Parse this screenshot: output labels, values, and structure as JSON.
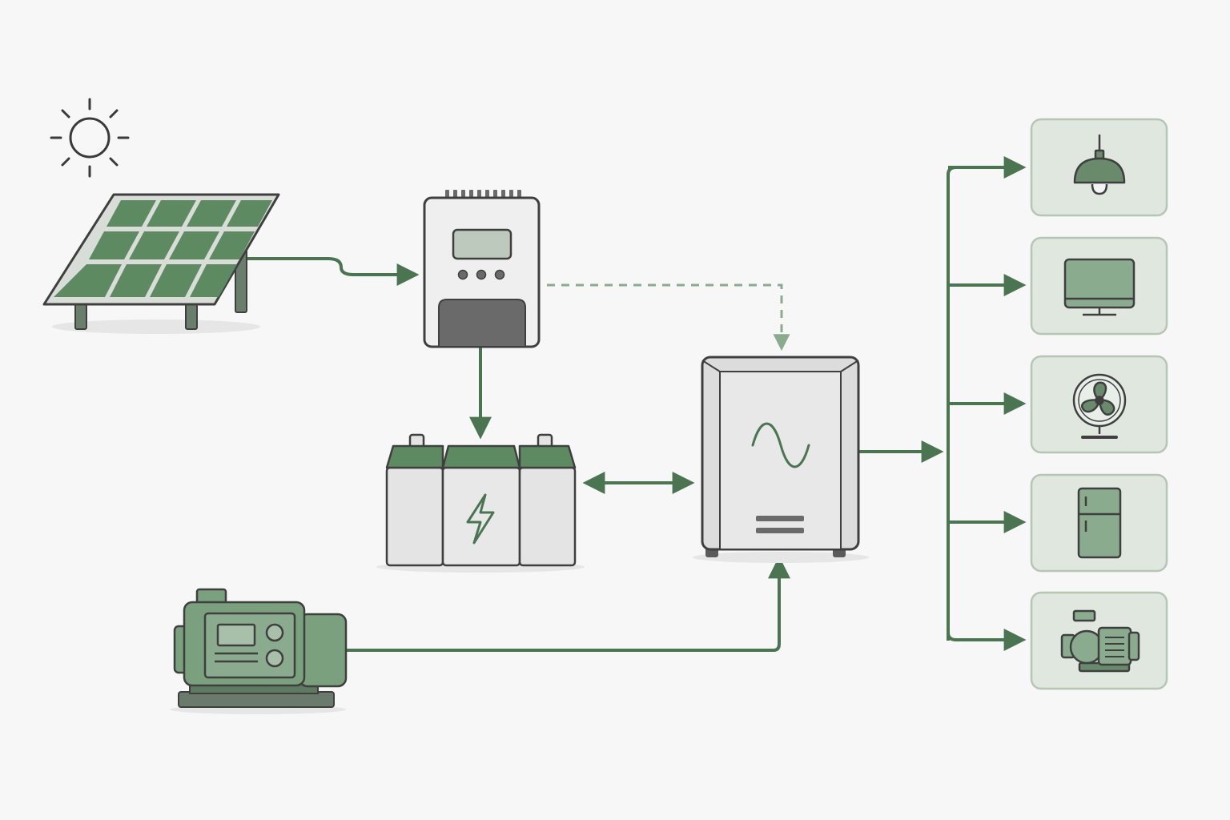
{
  "diagram": {
    "kind": "off-grid solar power system",
    "colors": {
      "background": "#f7f7f7",
      "accent_green": "#4a7550",
      "panel_green": "#5e8a62",
      "light_green": "#8bab8e",
      "outline": "#3f3f3f",
      "device_gray": "#e4e4e4",
      "dark_gray": "#6a6a6a",
      "load_box": "#e0e7df",
      "load_box_border": "#b5c6b5"
    },
    "components": [
      {
        "id": "sun",
        "icon": "sun-icon"
      },
      {
        "id": "solar-panel",
        "icon": "solar-panel-icon"
      },
      {
        "id": "charge-controller",
        "icon": "charge-controller-icon"
      },
      {
        "id": "battery",
        "icon": "battery-icon"
      },
      {
        "id": "inverter",
        "icon": "inverter-icon"
      },
      {
        "id": "generator",
        "icon": "generator-icon"
      }
    ],
    "loads": [
      {
        "id": "lamp",
        "icon": "ceiling-lamp-icon"
      },
      {
        "id": "tv",
        "icon": "monitor-icon"
      },
      {
        "id": "fan",
        "icon": "fan-icon"
      },
      {
        "id": "fridge",
        "icon": "refrigerator-icon"
      },
      {
        "id": "pump",
        "icon": "water-pump-icon"
      }
    ],
    "connections": [
      {
        "from": "solar-panel",
        "to": "charge-controller",
        "style": "solid"
      },
      {
        "from": "charge-controller",
        "to": "battery",
        "style": "solid"
      },
      {
        "from": "charge-controller",
        "to": "inverter",
        "style": "dashed"
      },
      {
        "from": "battery",
        "to": "inverter",
        "style": "bidirectional"
      },
      {
        "from": "generator",
        "to": "inverter",
        "style": "solid"
      },
      {
        "from": "inverter",
        "to": "loads",
        "style": "solid"
      }
    ]
  }
}
